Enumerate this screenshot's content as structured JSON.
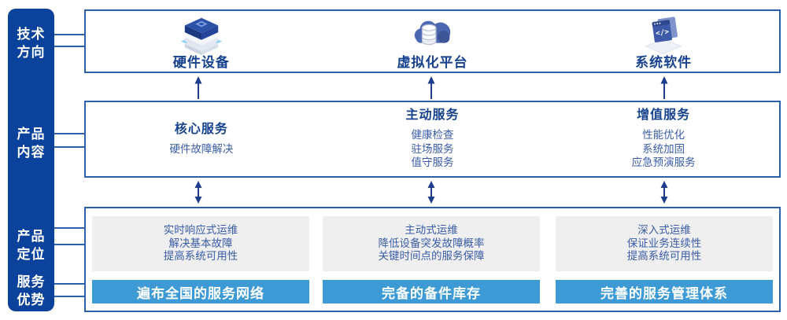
{
  "colors": {
    "sidebar_bg": "#0B429B",
    "box_border": "#2E5FA9",
    "heading_text": "#16418E",
    "body_text": "#3A5CA8",
    "bar_bg": "#3E9AD5",
    "bar_text": "#FFFFFF",
    "gray_panel": "#EFEFEF",
    "arrow": "#1E3B8C",
    "bracket_cyan": "#8FD2F2"
  },
  "icons": {
    "code_glyph": "</>"
  },
  "sidebar": {
    "items": [
      {
        "line1": "技术",
        "line2": "方向"
      },
      {
        "line1": "产品",
        "line2": "内容"
      },
      {
        "line1": "产品",
        "line2": "定位"
      },
      {
        "line1": "服务",
        "line2": "优势"
      }
    ]
  },
  "tech_row": {
    "columns": [
      {
        "icon": "server-stack-icon",
        "label": "硬件设备"
      },
      {
        "icon": "cloud-database-icon",
        "label": "虚拟化平台"
      },
      {
        "icon": "code-window-icon",
        "label": "系统软件"
      }
    ]
  },
  "content_row": {
    "columns": [
      {
        "heading": "核心服务",
        "items": [
          "硬件故障解决"
        ]
      },
      {
        "heading": "主动服务",
        "items": [
          "健康检查",
          "驻场服务",
          "值守服务"
        ]
      },
      {
        "heading": "增值服务",
        "items": [
          "性能优化",
          "系统加固",
          "应急预演服务"
        ]
      }
    ]
  },
  "bottom_row": {
    "columns": [
      {
        "lines": [
          "实时响应式运维",
          "解决基本故障",
          "提高系统可用性"
        ],
        "bar": "遍布全国的服务网络"
      },
      {
        "lines": [
          "主动式运维",
          "降低设备突发故障概率",
          "关键时间点的服务保障"
        ],
        "bar": "完备的备件库存"
      },
      {
        "lines": [
          "深入式运维",
          "保证业务连续性",
          "提高系统可用性"
        ],
        "bar": "完善的服务管理体系"
      }
    ]
  }
}
